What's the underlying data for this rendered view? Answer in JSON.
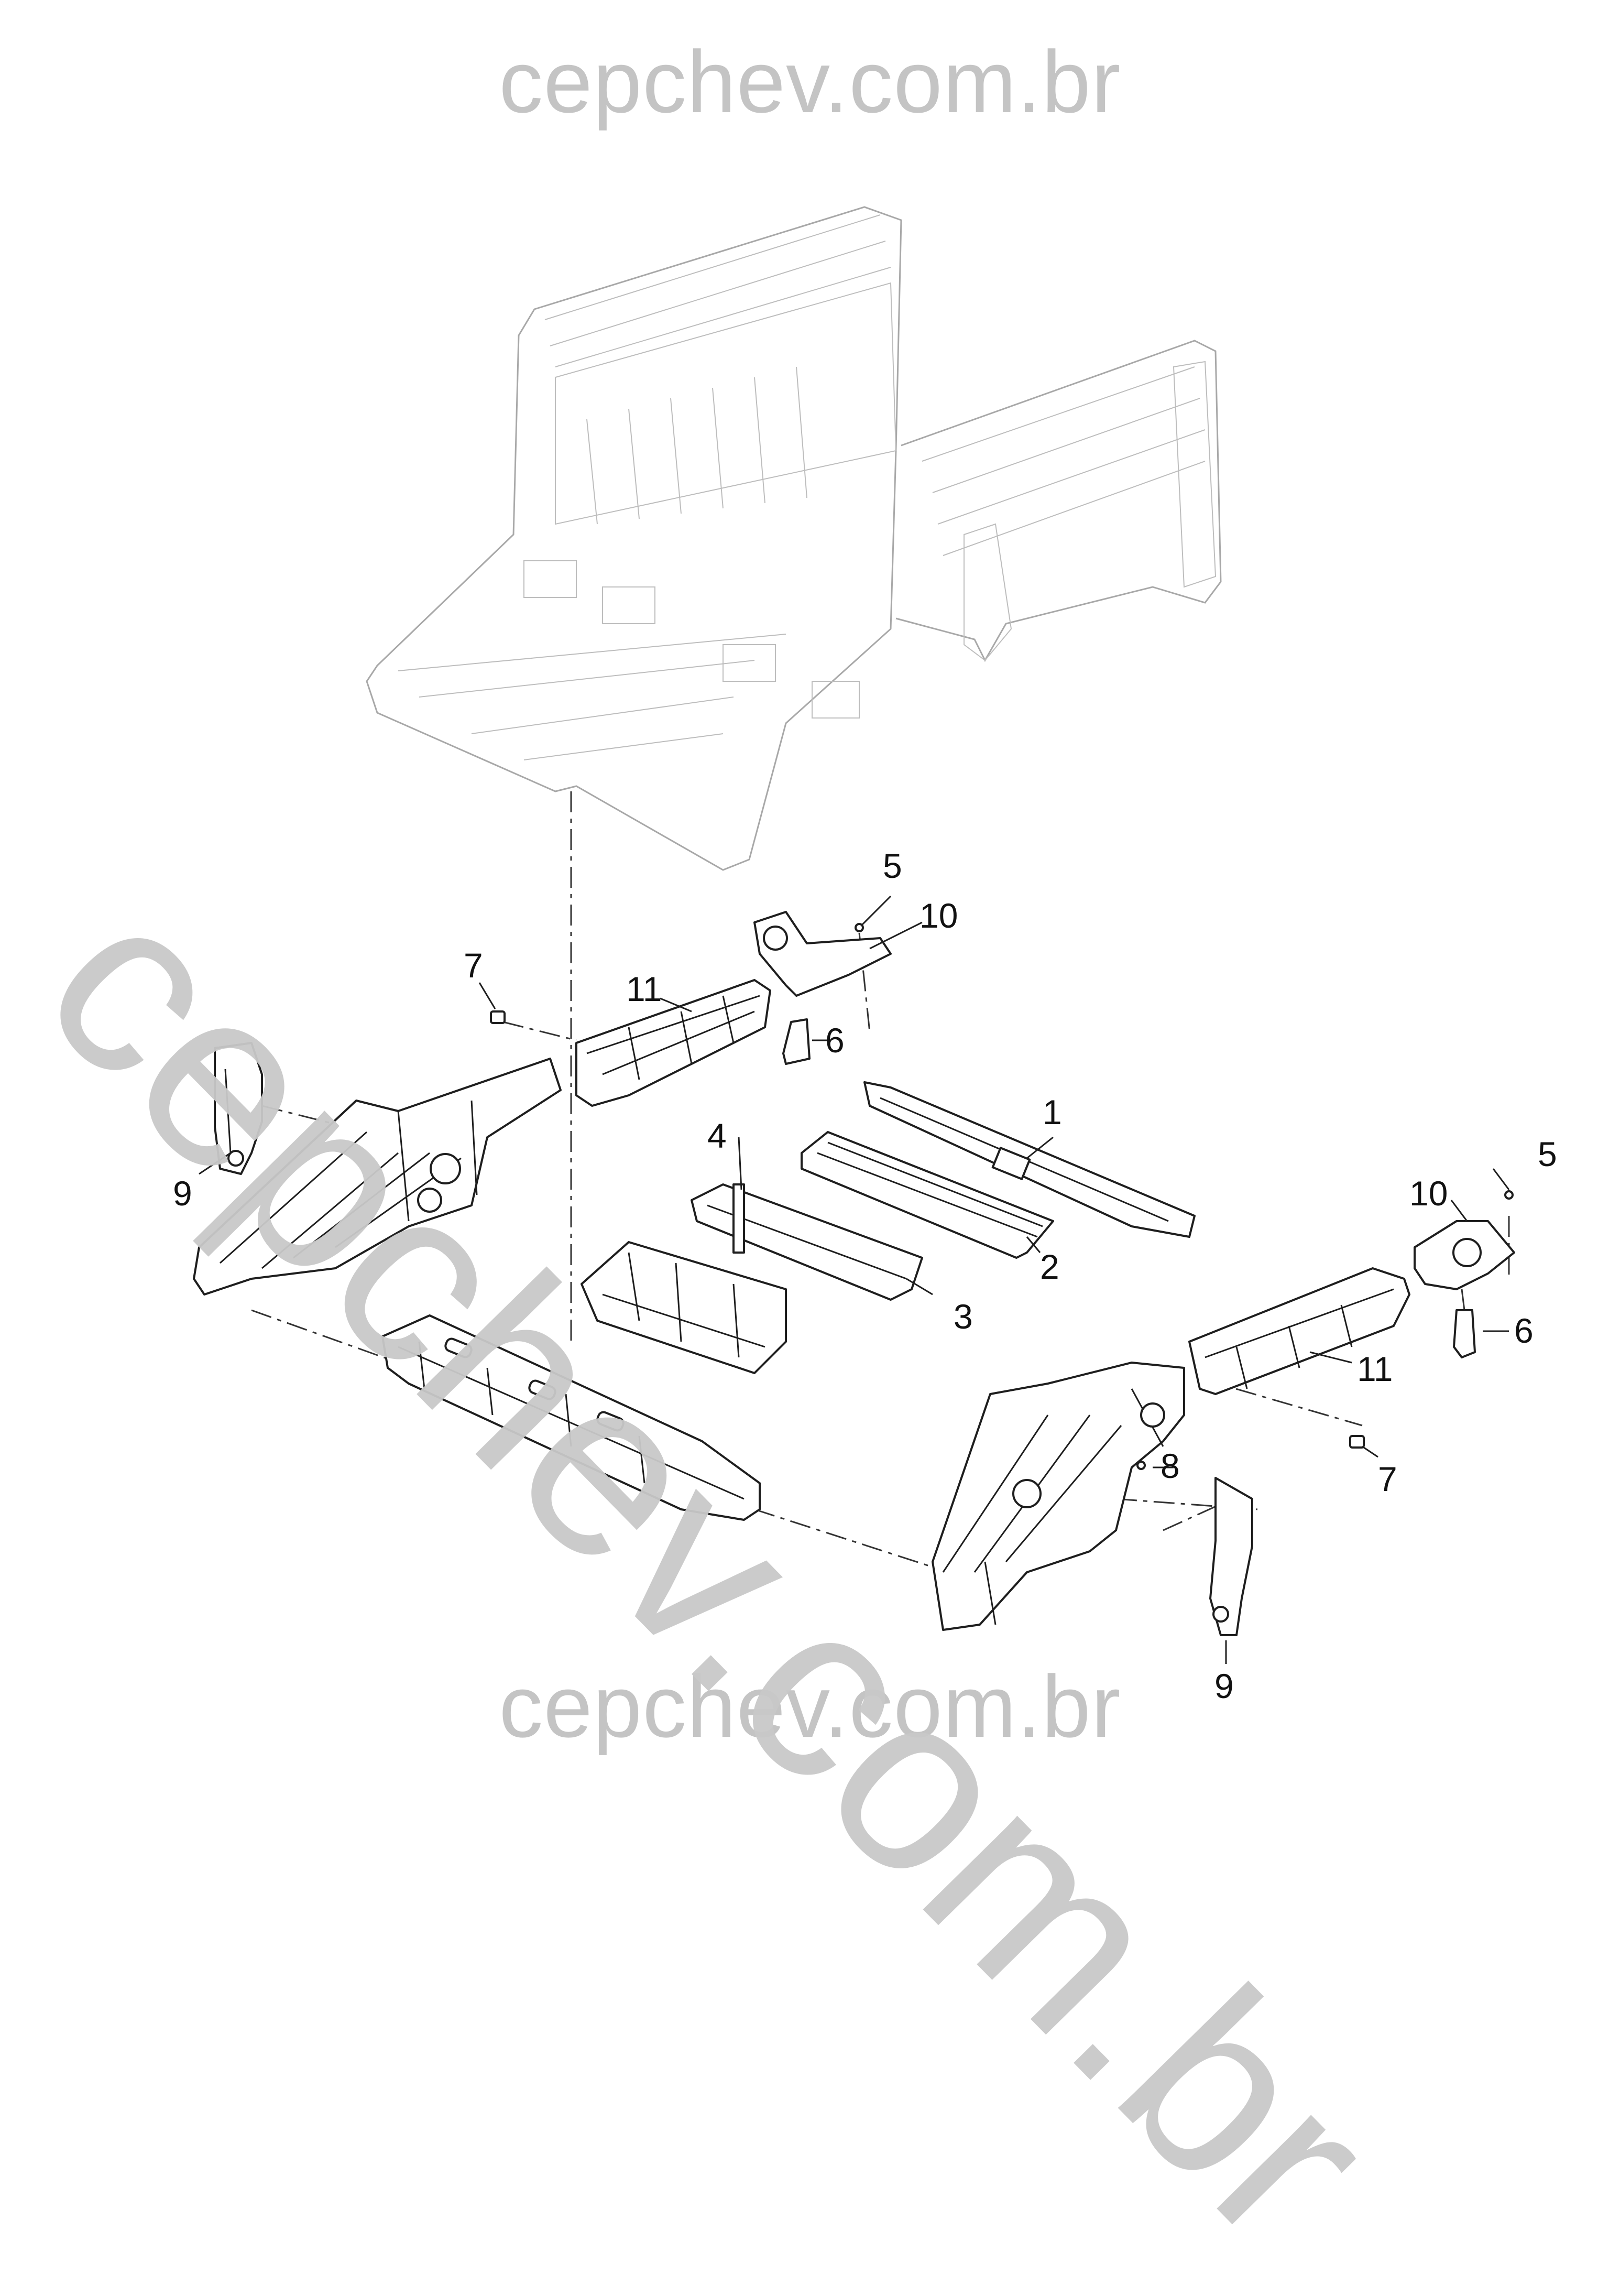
{
  "watermark": {
    "top": "cepchev.com.br",
    "bottom": "cepchev.com.br",
    "diagonal": "cepchev.com.br"
  },
  "callouts": [
    {
      "id": "c1",
      "label": "1"
    },
    {
      "id": "c2",
      "label": "2"
    },
    {
      "id": "c3",
      "label": "3"
    },
    {
      "id": "c4",
      "label": "4"
    },
    {
      "id": "c5a",
      "label": "5"
    },
    {
      "id": "c5b",
      "label": "5"
    },
    {
      "id": "c6a",
      "label": "6"
    },
    {
      "id": "c6b",
      "label": "6"
    },
    {
      "id": "c7a",
      "label": "7"
    },
    {
      "id": "c7b",
      "label": "7"
    },
    {
      "id": "c8",
      "label": "8"
    },
    {
      "id": "c9a",
      "label": "9"
    },
    {
      "id": "c9b",
      "label": "9"
    },
    {
      "id": "c10a",
      "label": "10"
    },
    {
      "id": "c10b",
      "label": "10"
    },
    {
      "id": "c11a",
      "label": "11"
    },
    {
      "id": "c11b",
      "label": "11"
    }
  ],
  "colors": {
    "background": "#ffffff",
    "watermark": "#c4c4c4",
    "ghost_body": "#a8a8a8",
    "part_outline": "#1e1e1e"
  }
}
